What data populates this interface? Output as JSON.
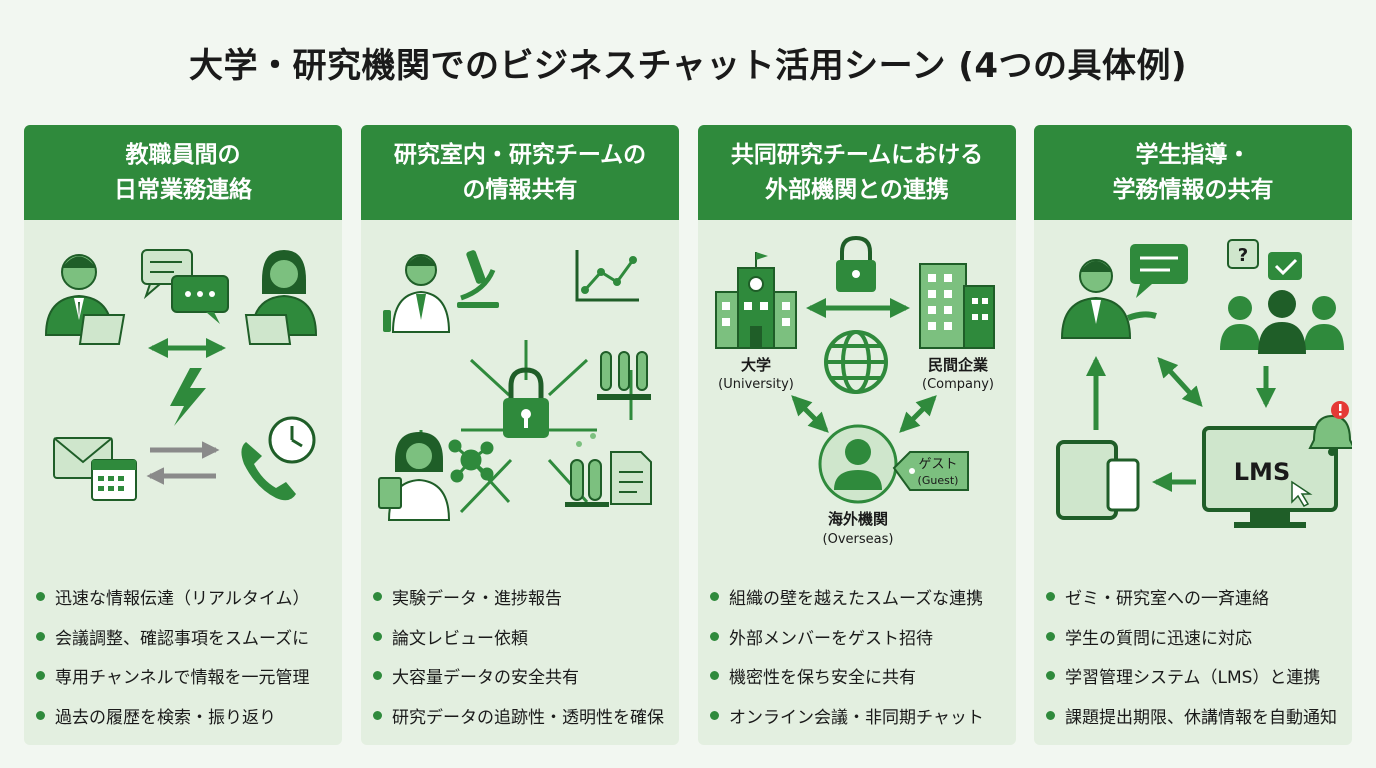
{
  "title": "大学・研究機関でのビジネスチャット活用シーン (4つの具体例)",
  "colors": {
    "primary": "#2f8a3c",
    "light": "#7cc07f",
    "card": "#e3efe0",
    "gray_arrow": "#8a8a8a",
    "alert": "#e53935"
  },
  "cards": [
    {
      "header": [
        "教職員間の",
        "日常業務連絡"
      ],
      "icons": [
        "staff-male-laptop-icon",
        "chat-bubbles-icon",
        "staff-female-laptop-icon",
        "lightning-icon",
        "mail-calendar-icon",
        "phone-clock-icon"
      ],
      "bullets": [
        "迅速な情報伝達（リアルタイム）",
        "会議調整、確認事項をスムーズに",
        "専用チャンネルで情報を一元管理",
        "過去の履歴を検索・振り返り"
      ]
    },
    {
      "header": [
        "研究室内・研究チームの",
        "の情報共有"
      ],
      "icons": [
        "researcher-male-icon",
        "microscope-icon",
        "line-graph-icon",
        "lock-icon",
        "test-tubes-icon",
        "researcher-female-icon",
        "molecule-icon",
        "data-document-icon"
      ],
      "bullets": [
        "実験データ・進捗報告",
        "論文レビュー依頼",
        "大容量データの安全共有",
        "研究データの追跡性・透明性を確保"
      ]
    },
    {
      "header": [
        "共同研究チームにおける",
        "外部機関との連携"
      ],
      "labels": {
        "university": "大学",
        "university_en": "(University)",
        "company": "民間企業",
        "company_en": "(Company)",
        "overseas": "海外機関",
        "overseas_en": "(Overseas)",
        "guest": "ゲスト",
        "guest_en": "(Guest)"
      },
      "icons": [
        "university-building-icon",
        "lock-icon",
        "company-building-icon",
        "globe-icon",
        "overseas-person-icon",
        "guest-tag-icon"
      ],
      "bullets": [
        "組織の壁を越えたスムーズな連携",
        "外部メンバーをゲスト招待",
        "機密性を保ち安全に共有",
        "オンライン会議・非同期チャット"
      ]
    },
    {
      "header": [
        "学生指導・",
        "学務情報の共有"
      ],
      "labels": {
        "lms": "LMS",
        "question": "?"
      },
      "icons": [
        "teacher-icon",
        "message-icon",
        "students-group-icon",
        "tablet-phone-icon",
        "lms-monitor-icon",
        "bell-alert-icon"
      ],
      "bullets": [
        "ゼミ・研究室への一斉連絡",
        "学生の質問に迅速に対応",
        "学習管理システム（LMS）と連携",
        "課題提出期限、休講情報を自動通知"
      ]
    }
  ]
}
